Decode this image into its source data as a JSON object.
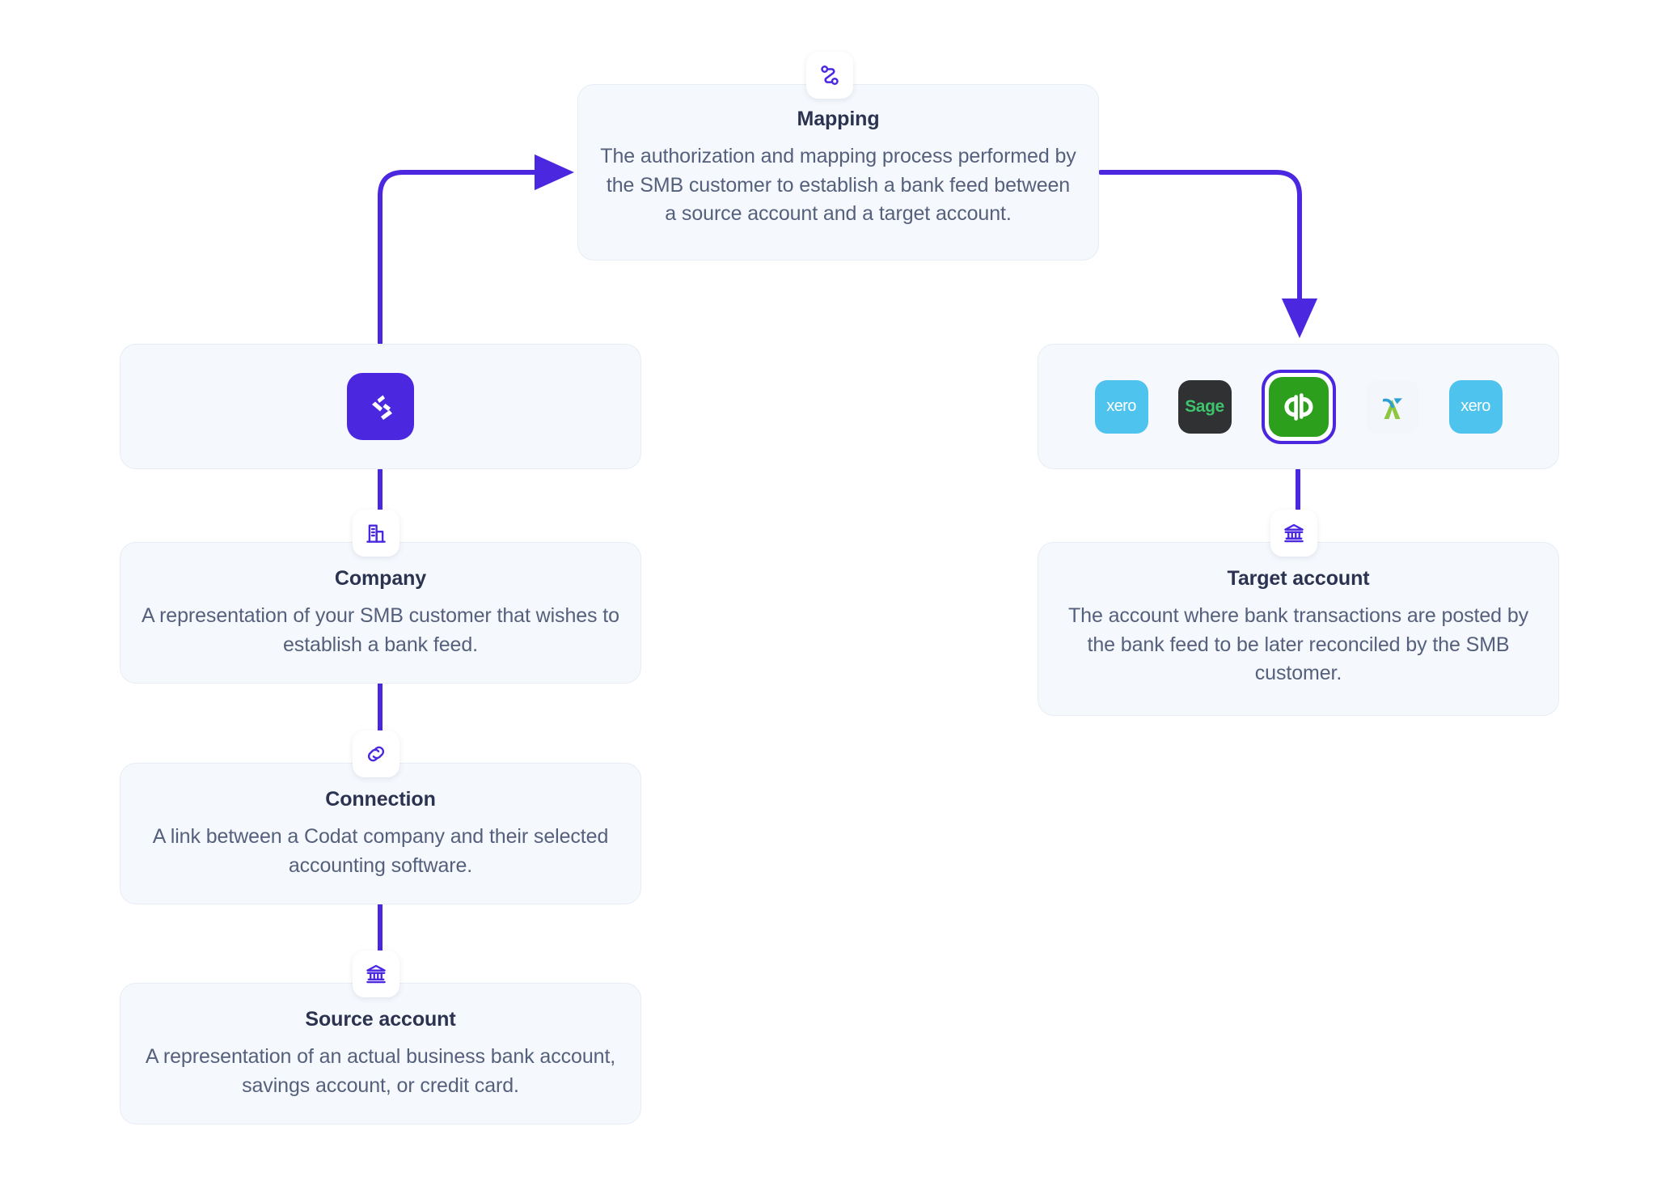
{
  "theme": {
    "accent": "#4B28E0",
    "card_bg": "#f5f8fc",
    "card_border": "#e6edf5",
    "title_color": "#2b3350",
    "text_color": "#55607d",
    "canvas_bg": "#ffffff"
  },
  "diagram": {
    "type": "flow-diagram",
    "mapping": {
      "title": "Mapping",
      "description": "The authorization and mapping process performed by the SMB customer to establish a bank feed between a source account and a target account.",
      "icon": "mapping-route-icon"
    },
    "codat": {
      "icon": "codat-logo-icon",
      "label": "Codat"
    },
    "platforms": {
      "items": [
        {
          "name": "Xero",
          "icon": "xero-logo-icon",
          "wordmark": "xero",
          "selected": false
        },
        {
          "name": "Sage",
          "icon": "sage-logo-icon",
          "wordmark": "Sage",
          "selected": false
        },
        {
          "name": "QuickBooks",
          "icon": "quickbooks-logo-icon",
          "wordmark": "qb",
          "selected": true
        },
        {
          "name": "FreeAgent",
          "icon": "freeagent-logo-icon",
          "wordmark": "",
          "selected": false
        },
        {
          "name": "Xero",
          "icon": "xero-logo-icon",
          "wordmark": "xero",
          "selected": false
        }
      ]
    },
    "left_column": [
      {
        "title": "Company",
        "description": "A representation of your SMB customer that wishes to establish a bank feed.",
        "icon": "building-icon"
      },
      {
        "title": "Connection",
        "description": "A link between a Codat company and their selected accounting software.",
        "icon": "link-icon"
      },
      {
        "title": "Source account",
        "description": "A representation of an actual business bank account, savings account, or credit card.",
        "icon": "bank-icon"
      }
    ],
    "right_column": [
      {
        "title": "Target account",
        "description": "The account where bank transactions are posted by the bank feed to be later reconciled by the SMB customer.",
        "icon": "bank-icon"
      }
    ]
  }
}
